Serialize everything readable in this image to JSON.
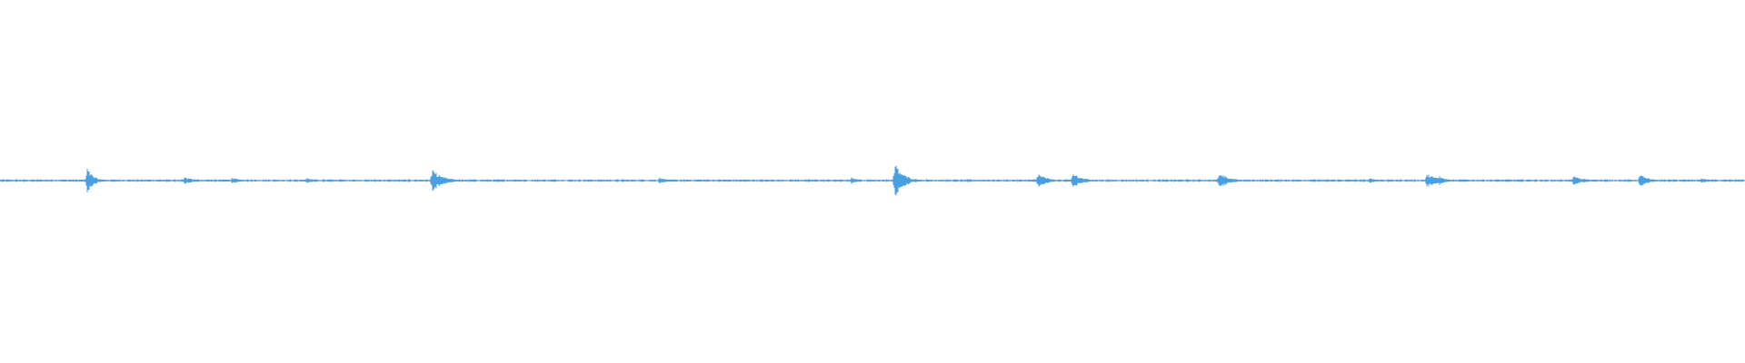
{
  "waveform": {
    "color": "#4a9fe0",
    "baseline_color": "#5aaae6",
    "background": "#ffffff",
    "bursts": [
      {
        "t": 0.05,
        "amp": 0.07,
        "width": 0.0035
      },
      {
        "t": 0.106,
        "amp": 0.02,
        "width": 0.005
      },
      {
        "t": 0.133,
        "amp": 0.018,
        "width": 0.004
      },
      {
        "t": 0.176,
        "amp": 0.015,
        "width": 0.004
      },
      {
        "t": 0.248,
        "amp": 0.06,
        "width": 0.006
      },
      {
        "t": 0.295,
        "amp": 0.01,
        "width": 0.003
      },
      {
        "t": 0.378,
        "amp": 0.018,
        "width": 0.004
      },
      {
        "t": 0.488,
        "amp": 0.02,
        "width": 0.004
      },
      {
        "t": 0.513,
        "amp": 0.095,
        "width": 0.005
      },
      {
        "t": 0.595,
        "amp": 0.04,
        "width": 0.005
      },
      {
        "t": 0.615,
        "amp": 0.045,
        "width": 0.005
      },
      {
        "t": 0.699,
        "amp": 0.05,
        "width": 0.005
      },
      {
        "t": 0.752,
        "amp": 0.01,
        "width": 0.003
      },
      {
        "t": 0.785,
        "amp": 0.015,
        "width": 0.004
      },
      {
        "t": 0.818,
        "amp": 0.04,
        "width": 0.006
      },
      {
        "t": 0.825,
        "amp": 0.03,
        "width": 0.004
      },
      {
        "t": 0.902,
        "amp": 0.025,
        "width": 0.006
      },
      {
        "t": 0.94,
        "amp": 0.035,
        "width": 0.005
      },
      {
        "t": 0.975,
        "amp": 0.015,
        "width": 0.005
      }
    ],
    "noise_floor": 0.006
  }
}
